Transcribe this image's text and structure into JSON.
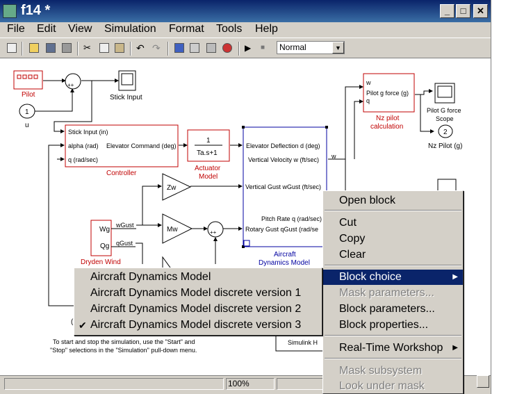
{
  "window": {
    "title": "f14 *",
    "minimize": "_",
    "maximize": "□",
    "close": "✕"
  },
  "menubar": [
    "File",
    "Edit",
    "View",
    "Simulation",
    "Format",
    "Tools",
    "Help"
  ],
  "toolbar": {
    "sim_mode": "Normal"
  },
  "diagram": {
    "pilot": "Pilot",
    "u_port": "1",
    "u_label": "u",
    "stick_input": "Stick Input",
    "controller": {
      "in1": "Stick Input (in)",
      "in2": "alpha (rad)",
      "in3": "q (rad/sec)",
      "out": "Elevator Command (deg)",
      "name": "Controller"
    },
    "actuator": {
      "num": "1",
      "den": "Ta.s+1",
      "name1": "Actuator",
      "name2": "Model"
    },
    "aircraft": {
      "in1": "Elevator Deflection d (deg)",
      "out1": "Vertical Velocity w (ft/sec)",
      "in2": "Vertical Gust wGust (ft/sec)",
      "out2": "Pitch Rate q (rad/sec)",
      "in3": "Rotary Gust qGust (rad/se",
      "name1": "Aircraft",
      "name2": "Dynamics Model"
    },
    "w_label": "w",
    "zw": "Zw",
    "mw": "Mw",
    "wgust": "wGust",
    "qgust": "qGust",
    "dryden": {
      "wg": "Wg",
      "qg": "Qg",
      "name": "Dryden Wind"
    },
    "nz_pilot": {
      "w": "w",
      "line1": "Pilot g force (g)",
      "q": "q",
      "name1": "Nz pilot",
      "name2": "calculation"
    },
    "scope_g1": "Pilot G force",
    "scope_g2": "Scope",
    "nz_port": "2",
    "nz_label": "Nz Pilot (g)",
    "note1": "To start and stop the simulation, use the \"Start\" and",
    "note2": "\"Stop\" selections in the \"Simulation\" pull-down menu.",
    "simulink_help": "Simulink H",
    "paren": "("
  },
  "context_menu": [
    {
      "label": "Open block",
      "disabled": false
    },
    {
      "label": "Cut",
      "disabled": false
    },
    {
      "label": "Copy",
      "disabled": false
    },
    {
      "label": "Clear",
      "disabled": false
    },
    {
      "label": "Block choice",
      "disabled": false,
      "submenu": true,
      "selected": true
    },
    {
      "label": "Mask parameters...",
      "disabled": true
    },
    {
      "label": "Block parameters...",
      "disabled": false
    },
    {
      "label": "Block properties...",
      "disabled": false
    },
    {
      "label": "Real-Time Workshop",
      "disabled": false,
      "submenu": true
    },
    {
      "label": "Mask subsystem",
      "disabled": true
    },
    {
      "label": "Look under mask",
      "disabled": true
    }
  ],
  "submenu": [
    {
      "label": "Aircraft Dynamics Model",
      "checked": false
    },
    {
      "label": "Aircraft Dynamics Model discrete version 1",
      "checked": false
    },
    {
      "label": "Aircraft Dynamics Model discrete version 2",
      "checked": false
    },
    {
      "label": "Aircraft Dynamics Model discrete version 3",
      "checked": true
    }
  ],
  "status": {
    "zoom": "100%"
  },
  "colors": {
    "block_red": "#c00000",
    "block_blue": "#0000a0",
    "menu_bg": "#d4d0c8",
    "highlight": "#0a246a"
  }
}
